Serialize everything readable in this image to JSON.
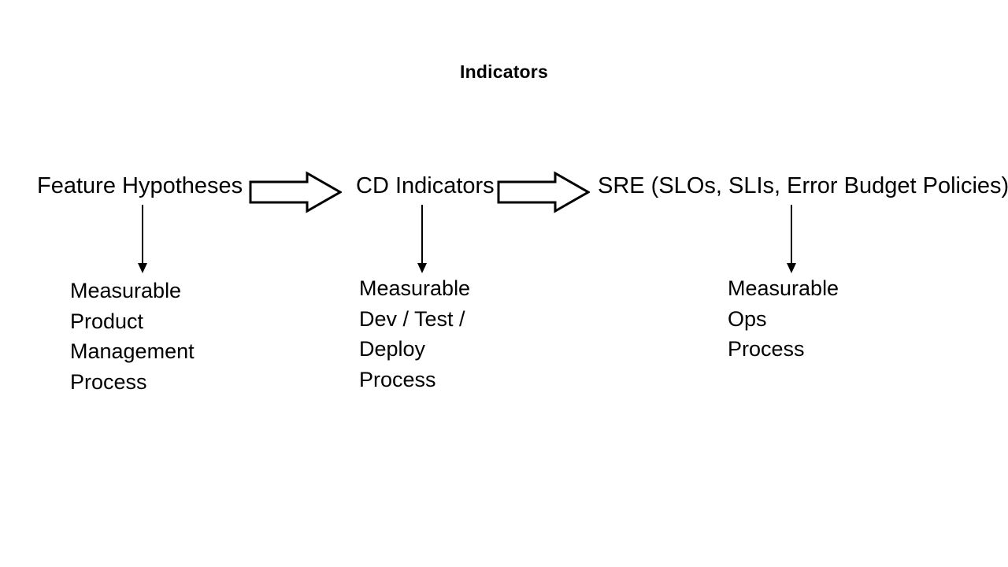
{
  "slide": {
    "title": "Indicators",
    "background_color": "#ffffff",
    "text_color": "#000000"
  },
  "flow": {
    "stages": [
      {
        "id": "feature-hypotheses",
        "label": "Feature Hypotheses",
        "detail_lines": [
          "Measurable",
          "Product",
          "Management",
          "Process"
        ]
      },
      {
        "id": "cd-indicators",
        "label": "CD Indicators",
        "detail_lines": [
          "Measurable",
          "Dev / Test /",
          "Deploy",
          "Process"
        ]
      },
      {
        "id": "sre",
        "label": "SRE (SLOs, SLIs, Error Budget Policies)",
        "detail_lines": [
          "Measurable",
          "Ops",
          "Process"
        ]
      }
    ],
    "connectors": [
      {
        "id": "arrow-1",
        "icon": "right-block-arrow-icon",
        "from": "feature-hypotheses",
        "to": "cd-indicators"
      },
      {
        "id": "arrow-2",
        "icon": "right-block-arrow-icon",
        "from": "cd-indicators",
        "to": "sre"
      }
    ],
    "down_connectors": [
      {
        "id": "down-arrow-1",
        "icon": "down-arrow-icon",
        "from": "feature-hypotheses",
        "to": "detail-block-product"
      },
      {
        "id": "down-arrow-2",
        "icon": "down-arrow-icon",
        "from": "cd-indicators",
        "to": "detail-block-dev"
      },
      {
        "id": "down-arrow-3",
        "icon": "down-arrow-icon",
        "from": "sre",
        "to": "detail-block-ops"
      }
    ]
  }
}
